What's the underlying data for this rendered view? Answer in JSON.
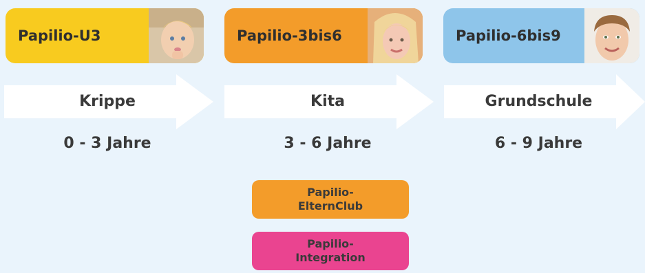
{
  "programs": [
    {
      "label": "Papilio-U3",
      "color": "#f8cb1f",
      "photo": "toddler-photo"
    },
    {
      "label": "Papilio-3bis6",
      "color": "#f39c2a",
      "photo": "child-photo"
    },
    {
      "label": "Papilio-6bis9",
      "color": "#8ec5ea",
      "photo": "schoolboy-photo"
    }
  ],
  "stages": [
    {
      "name": "Krippe",
      "age": "0 - 3 Jahre"
    },
    {
      "name": "Kita",
      "age": "3 - 6 Jahre"
    },
    {
      "name": "Grundschule",
      "age": "6 - 9 Jahre"
    }
  ],
  "addons": [
    {
      "line1": "Papilio-",
      "line2": "ElternClub",
      "color": "#f39c2a"
    },
    {
      "line1": "Papilio-",
      "line2": "Integration",
      "color": "#ea4490"
    }
  ]
}
